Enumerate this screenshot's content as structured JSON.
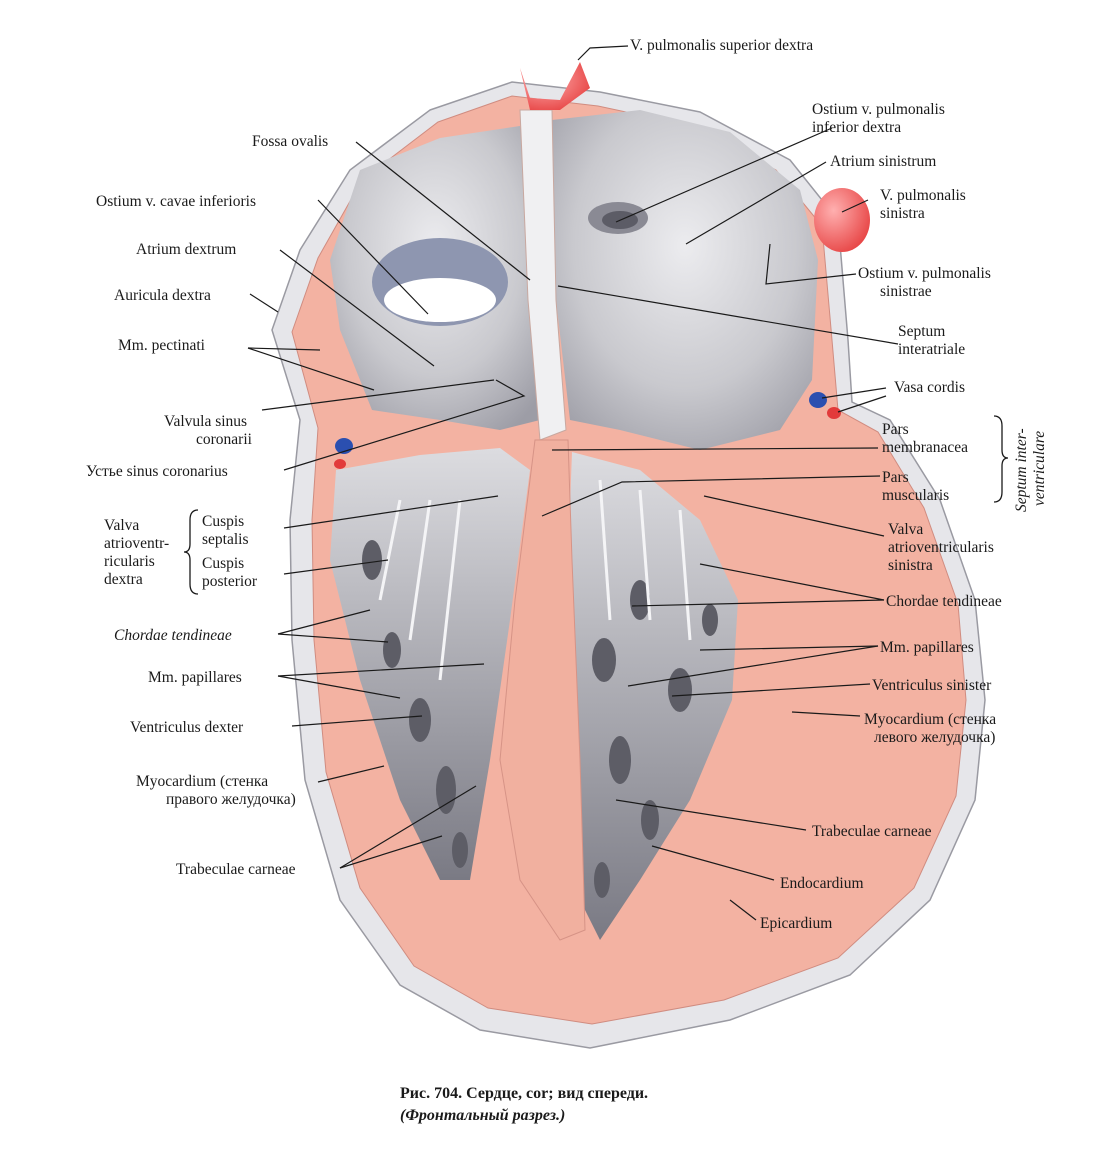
{
  "labels": {
    "v_pulm_sup_dextra": "V. pulmonalis superior dextra",
    "fossa_ovalis": "Fossa ovalis",
    "ostium_v_pulm_inf_1": "Ostium v. pulmonalis",
    "ostium_v_pulm_inf_2": "inferior dextra",
    "atrium_sinistrum": "Atrium sinistrum",
    "v_pulm_sinistra_1": "V. pulmonalis",
    "v_pulm_sinistra_2": "sinistra",
    "ostium_cavae_inf": "Ostium v. cavae inferioris",
    "atrium_dextrum": "Atrium dextrum",
    "ostium_v_pulm_sin_1": "Ostium v. pulmonalis",
    "ostium_v_pulm_sin_2": "sinistrae",
    "auricula_dextra": "Auricula dextra",
    "septum_interatriale_1": "Septum",
    "septum_interatriale_2": "interatriale",
    "mm_pectinati": "Mm. pectinati",
    "vasa_cordis": "Vasa cordis",
    "valvula_sinus_1": "Valvula sinus",
    "valvula_sinus_2": "coronarii",
    "pars_membranacea_1": "Pars",
    "pars_membranacea_2": "membranacea",
    "septum_interventriculare_1": "Septum inter-",
    "septum_interventriculare_2": "ventriculare",
    "ustye_sinus": "Устье sinus coronarius",
    "pars_muscularis_1": "Pars",
    "pars_muscularis_2": "muscularis",
    "valva_av_dextra_1": "Valva",
    "valva_av_dextra_2": "atrioventr-",
    "valva_av_dextra_3": "ricularis",
    "valva_av_dextra_4": "dextra",
    "cuspis_septalis_1": "Cuspis",
    "cuspis_septalis_2": "septalis",
    "cuspis_posterior_1": "Cuspis",
    "cuspis_posterior_2": "posterior",
    "valva_av_sinistra_1": "Valva",
    "valva_av_sinistra_2": "atrioventricularis",
    "valva_av_sinistra_3": "sinistra",
    "chordae_left": "Chordae tendineae",
    "chordae_right": "Chordae tendineae",
    "mm_papillares_left": "Mm. papillares",
    "mm_papillares_right": "Mm. papillares",
    "ventriculus_sinister": "Ventriculus sinister",
    "ventriculus_dexter": "Ventriculus dexter",
    "myocardium_sin_1": "Myocardium (стенка",
    "myocardium_sin_2": "левого желудочка)",
    "myocardium_dex_1": "Myocardium (стенка",
    "myocardium_dex_2": "правого желудочка)",
    "trabeculae_right": "Trabeculae carneae",
    "trabeculae_left": "Trabeculae carneae",
    "endocardium": "Endocardium",
    "epicardium": "Epicardium"
  },
  "caption": {
    "line1": "Рис. 704. Сердце, cor; вид спереди.",
    "line2": "(Фронтальный разрез.)"
  },
  "colors": {
    "myocardium": "#f4b4a4",
    "epicardium": "#e4e4e8",
    "cavity": "#c8c8cc",
    "vein_red": "#ef5a5a",
    "vessel_blue": "#2b4fb0",
    "trabeculae": "#6f6f78"
  }
}
